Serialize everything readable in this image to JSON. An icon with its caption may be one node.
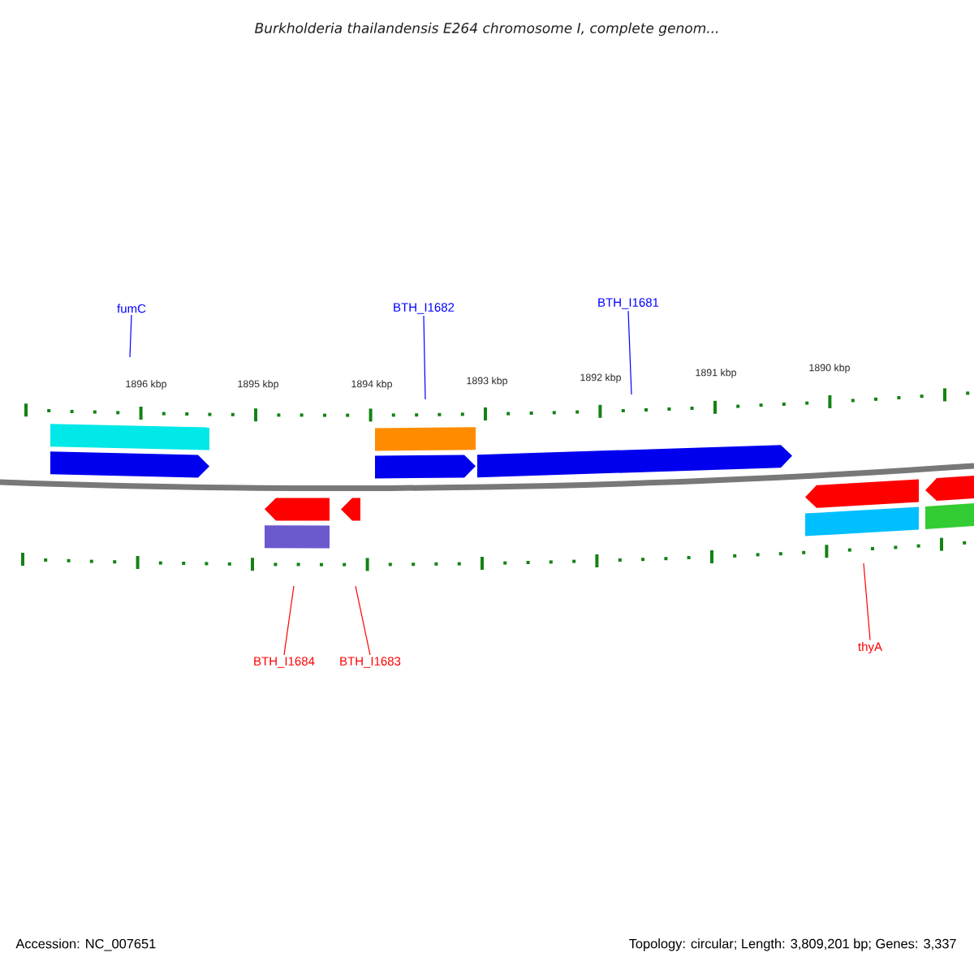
{
  "diagram": {
    "title": "Burkholderia thailandensis E264 chromosome I, complete genom...",
    "nodes": [
      {
        "text": [
          "fumC"
        ]
      },
      {
        "text": [
          "BTH_I1682"
        ]
      },
      {
        "text": [
          "BTH_I1681"
        ]
      },
      {
        "text": [
          "BTH_I1684"
        ]
      },
      {
        "text": [
          "BTH_I1683"
        ]
      },
      {
        "text": [
          "thyA"
        ]
      }
    ],
    "edges": [
      {
        "from": 0,
        "to": null,
        "arrow": "none",
        "color": "#0000ff"
      },
      {
        "from": 1,
        "to": null,
        "arrow": "none",
        "color": "#0000ff"
      },
      {
        "from": 2,
        "to": null,
        "arrow": "none",
        "color": "#0000ff"
      },
      {
        "from": 3,
        "to": null,
        "arrow": "none",
        "color": "#ff0000"
      },
      {
        "from": 4,
        "to": null,
        "arrow": "none",
        "color": "#ff0000"
      },
      {
        "from": 5,
        "to": null,
        "arrow": "none",
        "color": "#ff0000"
      }
    ],
    "labels": [
      "1896 kbp",
      "1895 kbp",
      "1894 kbp",
      "1893 kbp",
      "1892 kbp",
      "1891 kbp",
      "1890 kbp",
      "Accession: NC_007651",
      "Topology: circular; Length: 3,809,201 bp; Genes: 3,337"
    ]
  }
}
